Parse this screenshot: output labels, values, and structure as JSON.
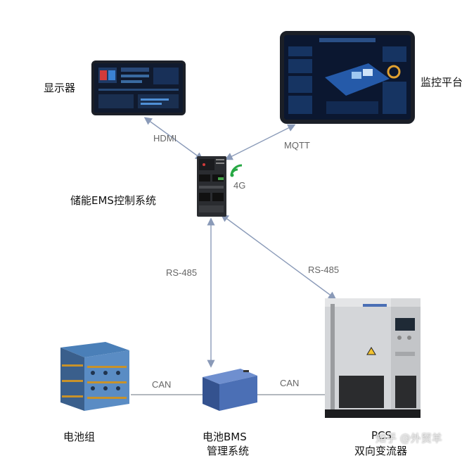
{
  "nodes": {
    "display": "显示器",
    "monitor_platform": "监控平台",
    "ems": "储能EMS控制系统",
    "battery_pack": "电池组",
    "bms_line1": "电池BMS",
    "bms_line2": "管理系统",
    "pcs_line1": "PCS",
    "pcs_line2": "双向变流器"
  },
  "edges": {
    "hdmi": "HDMI",
    "mqtt": "MQTT",
    "rs485_left": "RS-485",
    "rs485_right": "RS-485",
    "can_left": "CAN",
    "can_right": "CAN"
  },
  "signal": "4G",
  "watermark": "知乎 @外贸羊",
  "colors": {
    "arrow": "#8a9ab8",
    "line": "#9aa0a8",
    "wifi": "#27a844",
    "bms_box": "#4b6fb5"
  }
}
